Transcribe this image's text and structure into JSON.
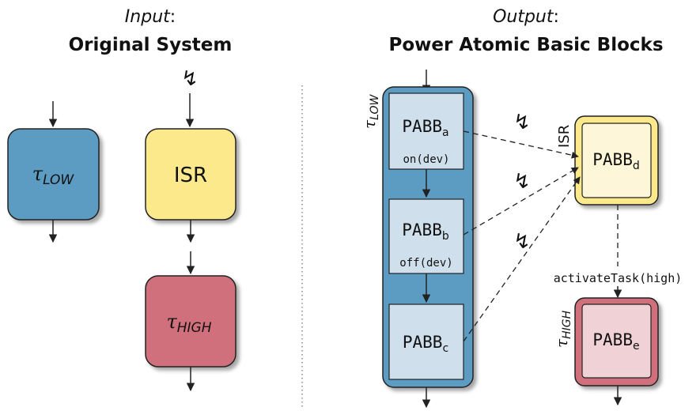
{
  "left": {
    "heading_italic": "Input",
    "heading_colon": ":",
    "heading_bold": "Original System",
    "nodes": {
      "low": {
        "symbol": "τ",
        "subscript": "LOW"
      },
      "isr": {
        "label": "ISR"
      },
      "high": {
        "symbol": "τ",
        "subscript": "HIGH"
      }
    },
    "lightning": "↯"
  },
  "right": {
    "heading_italic": "Output",
    "heading_colon": ":",
    "heading_bold": "Power Atomic Basic Blocks",
    "task_low_label": {
      "symbol": "τ",
      "subscript": "LOW"
    },
    "task_high_label": {
      "symbol": "τ",
      "subscript": "HIGH"
    },
    "isr_label": "ISR",
    "pabb": {
      "a": {
        "base": "PABB",
        "sub": "a",
        "call": "on(dev)"
      },
      "b": {
        "base": "PABB",
        "sub": "b",
        "call": "off(dev)"
      },
      "c": {
        "base": "PABB",
        "sub": "c"
      },
      "d": {
        "base": "PABB",
        "sub": "d"
      },
      "e": {
        "base": "PABB",
        "sub": "e"
      }
    },
    "activation_label": "activateTask(high)",
    "lightning": "↯"
  },
  "colors": {
    "blue": "#5b9bc2",
    "blue_light": "#cfe0ec",
    "yellow": "#fce98c",
    "yellow_light": "#fdf6d8",
    "red": "#d0707c",
    "red_light": "#f0d2d6",
    "stroke": "#222222",
    "divider": "#888888"
  }
}
